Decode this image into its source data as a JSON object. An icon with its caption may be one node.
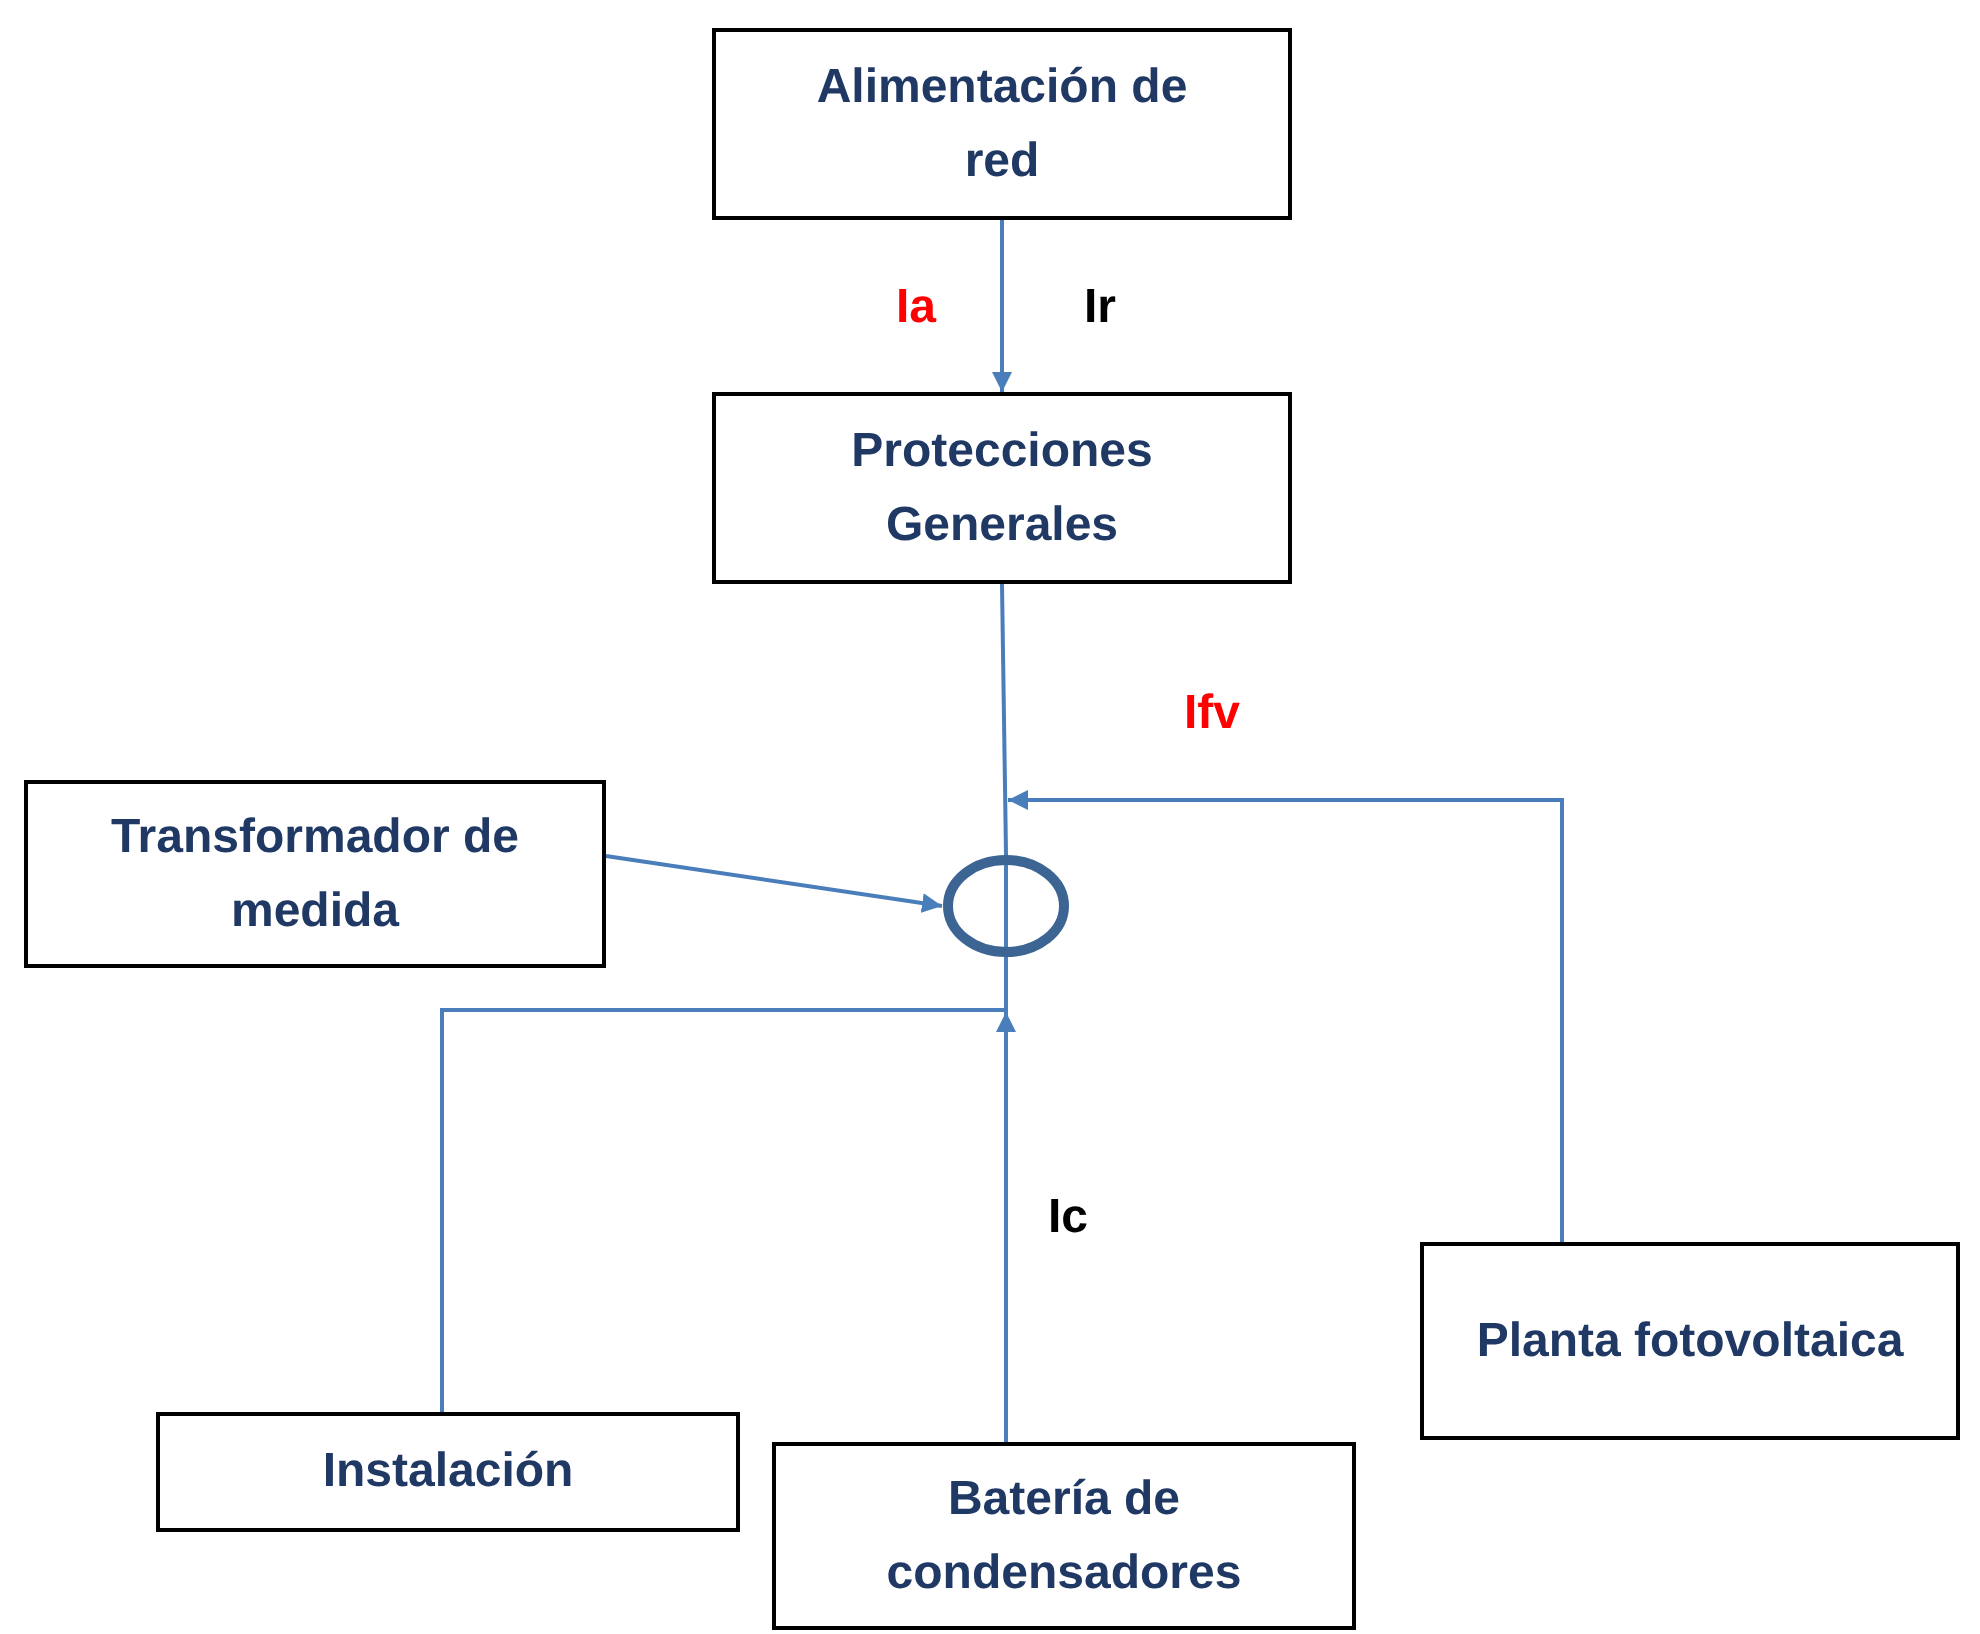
{
  "diagram": {
    "nodes": [
      {
        "text": [
          "Alimentación de red"
        ]
      },
      {
        "text": [
          "Protecciones Generales"
        ]
      },
      {
        "text": [
          "Transformador de medida"
        ]
      },
      {
        "text": [],
        "shape": "circle"
      },
      {
        "text": [
          "Instalación"
        ]
      },
      {
        "text": [
          "Batería de condensadores"
        ]
      },
      {
        "text": [
          "Planta fotovoltaica"
        ]
      }
    ],
    "edges": [
      {
        "from": 0,
        "to": 1,
        "arrow": "to"
      },
      {
        "from": 1,
        "to": 3,
        "arrow": "none"
      },
      {
        "from": 2,
        "to": 3,
        "arrow": "to"
      },
      {
        "from": 6,
        "to": 3,
        "arrow": "to"
      },
      {
        "from": 4,
        "to": 3,
        "arrow": "none"
      },
      {
        "from": 5,
        "to": 3,
        "arrow": "to"
      }
    ],
    "labels": [
      "Ia",
      "Ir",
      "Ifv",
      "Ic"
    ]
  }
}
